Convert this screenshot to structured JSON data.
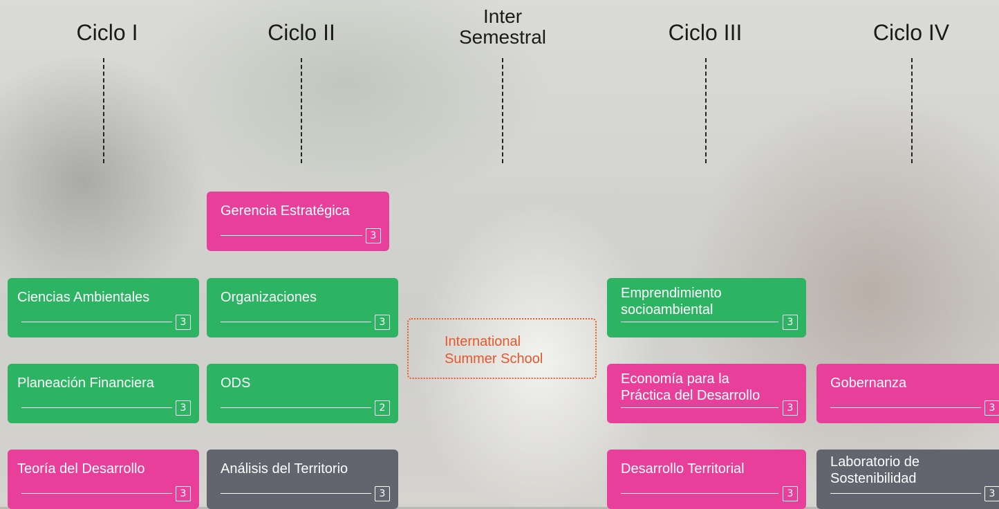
{
  "headers": {
    "c1": "Ciclo I",
    "c2": "Ciclo II",
    "inter_line1": "Inter",
    "inter_line2": "Semestral",
    "c3": "Ciclo III",
    "c4": "Ciclo IV"
  },
  "colors": {
    "green": "#2db462",
    "pink": "#e8409a",
    "gray": "#62646e",
    "orange": "#e8572a"
  },
  "courses": {
    "gerencia": {
      "title": "Gerencia Estratégica",
      "credits": "3",
      "color": "pink"
    },
    "ciencias": {
      "title": "Ciencias Ambientales",
      "credits": "3",
      "color": "green"
    },
    "organizaciones": {
      "title": "Organizaciones",
      "credits": "3",
      "color": "green"
    },
    "planeacion": {
      "title": "Planeación Financiera",
      "credits": "3",
      "color": "green"
    },
    "ods": {
      "title": "ODS",
      "credits": "2",
      "color": "green"
    },
    "teoria": {
      "title": "Teoría del Desarrollo",
      "credits": "3",
      "color": "pink"
    },
    "analisis": {
      "title": "Análisis del Territorio",
      "credits": "3",
      "color": "gray"
    },
    "emprendimiento": {
      "title1": "Emprendimiento",
      "title2": "socioambiental",
      "credits": "3",
      "color": "green"
    },
    "economia": {
      "title1": "Economía para la",
      "title2": "Práctica del Desarrollo",
      "credits": "3",
      "color": "pink"
    },
    "desarrollo_territorial": {
      "title": "Desarrollo Territorial",
      "credits": "3",
      "color": "pink"
    },
    "gobernanza": {
      "title": "Gobernanza",
      "credits": "3",
      "color": "pink"
    },
    "laboratorio": {
      "title1": "Laboratorio de",
      "title2": "Sostenibilidad",
      "credits": "3",
      "color": "gray"
    }
  },
  "intersemestral": {
    "line1": "International",
    "line2": "Summer School"
  }
}
